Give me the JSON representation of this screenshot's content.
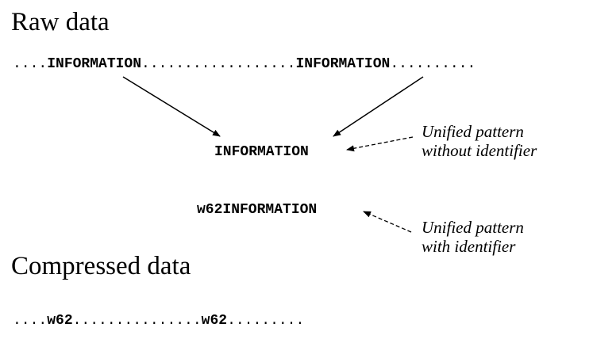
{
  "headings": {
    "raw": "Raw data",
    "compressed": "Compressed data"
  },
  "raw_line": {
    "dots_1": "....",
    "word_1": "INFORMATION",
    "dots_2": "..................",
    "word_2": "INFORMATION",
    "dots_3": ".........."
  },
  "unified_plain": "INFORMATION",
  "unified_id": "w62INFORMATION",
  "annotations": {
    "without_id": [
      "Unified pattern",
      "without identifier"
    ],
    "with_id": [
      "Unified pattern",
      "with identifier"
    ]
  },
  "compressed_line": {
    "dots_1": "....",
    "id_1": "w62",
    "dots_2": "...............",
    "id_2": "w62",
    "dots_3": "........."
  }
}
